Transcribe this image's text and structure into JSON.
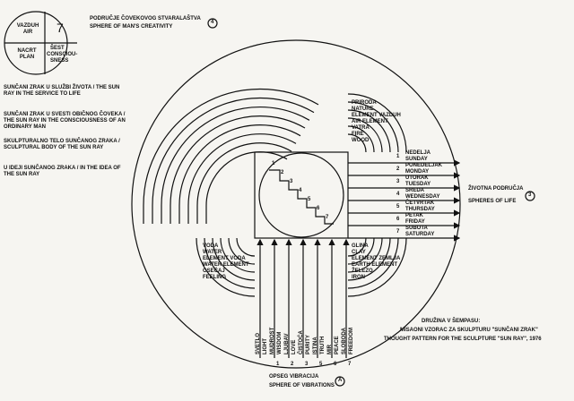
{
  "legend": {
    "air": "VAZDUH AIR",
    "seven": "7",
    "plan": "NACRT PLAN",
    "consciousness_1": "ŠEST",
    "consciousness_2": "CONSCIOU-",
    "consciousness_3": "SNESS"
  },
  "spheres": {
    "creativity_sr": "PODRUČJE ČOVEKOVOG STVARALAŠTVA",
    "creativity_en": "SPHERE OF MAN'S CREATIVITY",
    "creativity_mark": "4",
    "life_sr": "ŽIVOTNA PODRUČJA",
    "life_en": "SPHERES OF LIFE",
    "life_mark": "3",
    "vibrations_sr": "OPSEG VIBRACIJA",
    "vibrations_en": "SPHERE OF VIBRATIONS",
    "vibrations_mark": "A"
  },
  "top_arcs": [
    "SUNČANI ZRAK U SLUŽBI ŽIVOTA / THE SUN RAY IN THE SERVICE TO LIFE",
    "SUNČANI ZRAK U SVESTI OBIČNOG ČOVEKA / THE SUN RAY IN THE CONSCIOUSNESS OF AN ORDINARY MAN",
    "SKULPTURALNO TELO SUNČANOG ZRAKA / SCULPTURAL BODY OF THE SUN RAY",
    "U IDEJI SUNČANOG ZRAKA / IN THE IDEA OF THE SUN RAY"
  ],
  "right_arcs": [
    "PRIRODA",
    "NATURE",
    "ELEMENT VAZDUH",
    "AIR ELEMENT",
    "VATRA",
    "FIRE",
    "WOOD"
  ],
  "bottom_left_arcs": [
    "VODA",
    "WATER",
    "ELEMENT VODA",
    "WATER ELEMENT",
    "OSEĆAJ",
    "FEELING"
  ],
  "bottom_right_arcs": [
    "GLINA",
    "CLAY",
    "ELEMENT ZEMLJA",
    "EARTH ELEMENT",
    "ŽELEZO",
    "IRON"
  ],
  "days": [
    {
      "n": "1",
      "sr": "NEDELJA",
      "en": "SUNDAY"
    },
    {
      "n": "2",
      "sr": "PONEDELJAK",
      "en": "MONDAY"
    },
    {
      "n": "3",
      "sr": "UTORAK",
      "en": "TUESDAY"
    },
    {
      "n": "4",
      "sr": "SREDA",
      "en": "WEDNESDAY"
    },
    {
      "n": "5",
      "sr": "ČETVRTAK",
      "en": "THURSDAY"
    },
    {
      "n": "6",
      "sr": "PETAK",
      "en": "FRIDAY"
    },
    {
      "n": "7",
      "sr": "SUBOTA",
      "en": "SATURDAY"
    }
  ],
  "vibrations": [
    {
      "n": "",
      "sr": "SVETLO",
      "en": "LIGHT"
    },
    {
      "n": "1",
      "sr": "MUDROST",
      "en": "WISDOM"
    },
    {
      "n": "2",
      "sr": "LJUBAV",
      "en": "LOVE"
    },
    {
      "n": "3",
      "sr": "ČISTOĆA",
      "en": "PURITY"
    },
    {
      "n": "5",
      "sr": "ISTINA",
      "en": "TRUTH"
    },
    {
      "n": "6",
      "sr": "MIR",
      "en": "PEACE"
    },
    {
      "n": "7",
      "sr": "SLOBODA",
      "en": "FREEDOM"
    }
  ],
  "steps": [
    "1",
    "2",
    "3",
    "4",
    "5",
    "6",
    "7"
  ],
  "caption": {
    "line1": "DRUŽINA V ŠEMPASU:",
    "line2": "MISAONI VZORAC ZA SKULPTURU \"SUNČANI ZRAK\"",
    "line3": "THOUGHT PATTERN FOR THE SCULPTURE \"SUN RAY\", 1976"
  }
}
